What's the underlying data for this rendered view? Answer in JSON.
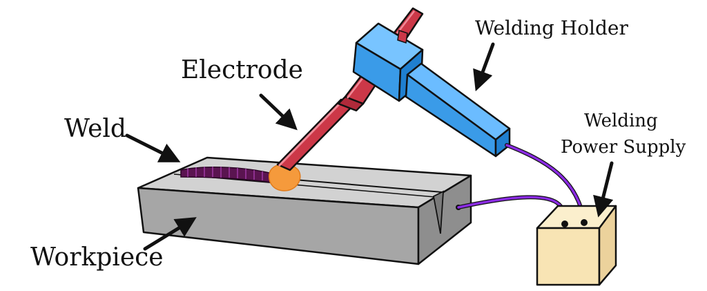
{
  "labels": {
    "electrode": "Electrode",
    "welding_holder": "Welding Holder",
    "weld": "Weld",
    "power_supply_line1": "Welding",
    "power_supply_line2": "Power Supply",
    "workpiece": "Workpiece"
  },
  "colors": {
    "workpiece_top": "#d2d2d2",
    "workpiece_front": "#a6a6a6",
    "workpiece_side": "#8e8e8e",
    "weld_bead": "#5a1450",
    "arc_glow": "#f59a3c",
    "electrode_rod": "#cc3848",
    "holder_blue": "#3a9be8",
    "holder_blue_dark": "#1f7fd0",
    "cable_purple": "#8a2be2",
    "power_box_front": "#f8e4b4",
    "power_box_top": "#fbefcd",
    "power_box_side": "#ecd29c",
    "outline": "#111111"
  }
}
